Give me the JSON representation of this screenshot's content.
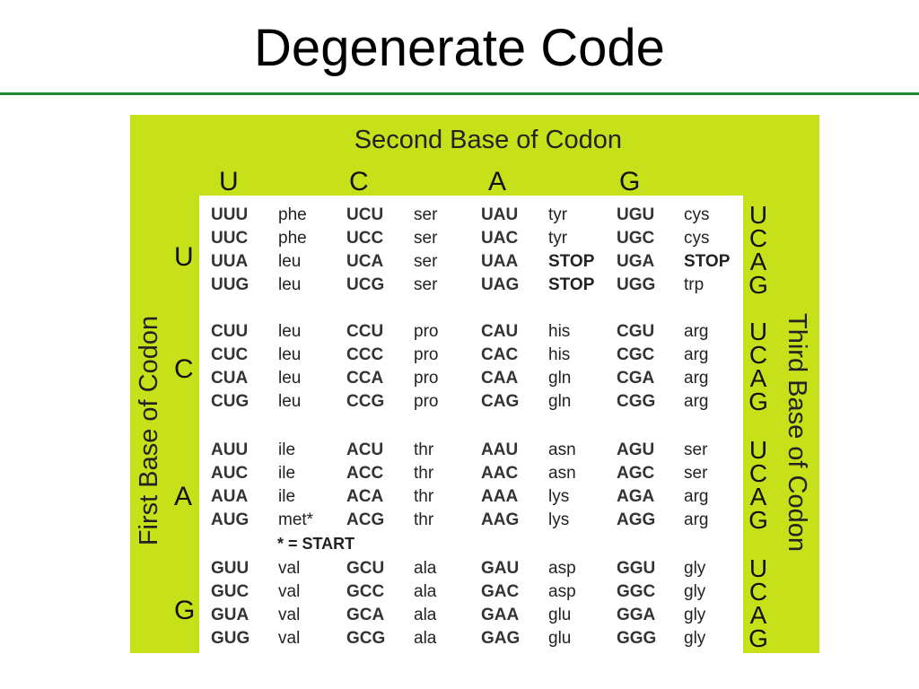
{
  "slide": {
    "title": "Degenerate Code"
  },
  "panel": {
    "second_base_label": "Second Base of Codon",
    "first_base_label": "First Base of Codon",
    "third_base_label": "Third Base of Codon",
    "second_bases": [
      "U",
      "C",
      "A",
      "G"
    ],
    "first_bases": [
      "U",
      "C",
      "A",
      "G"
    ],
    "third_bases": [
      "U",
      "C",
      "A",
      "G"
    ],
    "start_note": "* = START",
    "colors": {
      "panel": "#c6e01a",
      "rule": "#1f8a2e"
    }
  },
  "codon_table": [
    [
      [
        [
          "UUU",
          "phe"
        ],
        [
          "UCU",
          "ser"
        ],
        [
          "UAU",
          "tyr"
        ],
        [
          "UGU",
          "cys"
        ]
      ],
      [
        [
          "UUC",
          "phe"
        ],
        [
          "UCC",
          "ser"
        ],
        [
          "UAC",
          "tyr"
        ],
        [
          "UGC",
          "cys"
        ]
      ],
      [
        [
          "UUA",
          "leu"
        ],
        [
          "UCA",
          "ser"
        ],
        [
          "UAA",
          "STOP"
        ],
        [
          "UGA",
          "STOP"
        ]
      ],
      [
        [
          "UUG",
          "leu"
        ],
        [
          "UCG",
          "ser"
        ],
        [
          "UAG",
          "STOP"
        ],
        [
          "UGG",
          "trp"
        ]
      ]
    ],
    [
      [
        [
          "CUU",
          "leu"
        ],
        [
          "CCU",
          "pro"
        ],
        [
          "CAU",
          "his"
        ],
        [
          "CGU",
          "arg"
        ]
      ],
      [
        [
          "CUC",
          "leu"
        ],
        [
          "CCC",
          "pro"
        ],
        [
          "CAC",
          "his"
        ],
        [
          "CGC",
          "arg"
        ]
      ],
      [
        [
          "CUA",
          "leu"
        ],
        [
          "CCA",
          "pro"
        ],
        [
          "CAA",
          "gln"
        ],
        [
          "CGA",
          "arg"
        ]
      ],
      [
        [
          "CUG",
          "leu"
        ],
        [
          "CCG",
          "pro"
        ],
        [
          "CAG",
          "gln"
        ],
        [
          "CGG",
          "arg"
        ]
      ]
    ],
    [
      [
        [
          "AUU",
          "ile"
        ],
        [
          "ACU",
          "thr"
        ],
        [
          "AAU",
          "asn"
        ],
        [
          "AGU",
          "ser"
        ]
      ],
      [
        [
          "AUC",
          "ile"
        ],
        [
          "ACC",
          "thr"
        ],
        [
          "AAC",
          "asn"
        ],
        [
          "AGC",
          "ser"
        ]
      ],
      [
        [
          "AUA",
          "ile"
        ],
        [
          "ACA",
          "thr"
        ],
        [
          "AAA",
          "lys"
        ],
        [
          "AGA",
          "arg"
        ]
      ],
      [
        [
          "AUG",
          "met*"
        ],
        [
          "ACG",
          "thr"
        ],
        [
          "AAG",
          "lys"
        ],
        [
          "AGG",
          "arg"
        ]
      ]
    ],
    [
      [
        [
          "GUU",
          "val"
        ],
        [
          "GCU",
          "ala"
        ],
        [
          "GAU",
          "asp"
        ],
        [
          "GGU",
          "gly"
        ]
      ],
      [
        [
          "GUC",
          "val"
        ],
        [
          "GCC",
          "ala"
        ],
        [
          "GAC",
          "asp"
        ],
        [
          "GGC",
          "gly"
        ]
      ],
      [
        [
          "GUA",
          "val"
        ],
        [
          "GCA",
          "ala"
        ],
        [
          "GAA",
          "glu"
        ],
        [
          "GGA",
          "gly"
        ]
      ],
      [
        [
          "GUG",
          "val"
        ],
        [
          "GCG",
          "ala"
        ],
        [
          "GAG",
          "glu"
        ],
        [
          "GGG",
          "gly"
        ]
      ]
    ]
  ]
}
